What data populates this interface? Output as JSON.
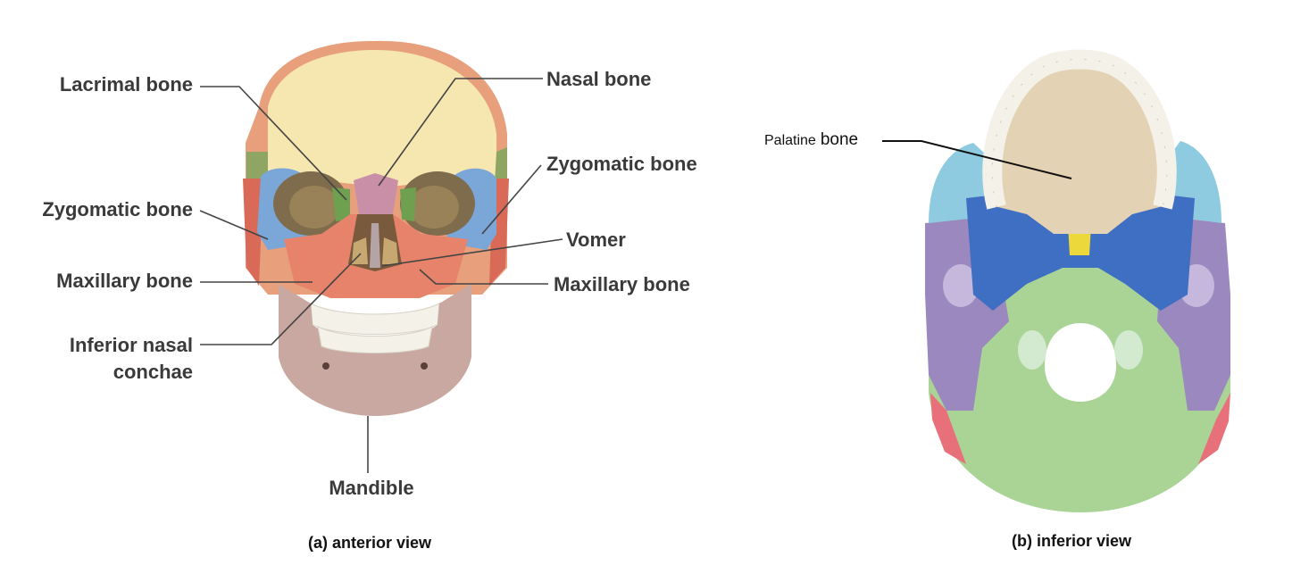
{
  "anterior": {
    "labels": {
      "lacrimal": "Lacrimal bone",
      "nasal": "Nasal bone",
      "zygomatic_left": "Zygomatic bone",
      "zygomatic_right": "Zygomatic bone",
      "vomer": "Vomer",
      "maxillary_left": "Maxillary bone",
      "maxillary_right": "Maxillary bone",
      "inferior_nasal_line1": "Inferior nasal",
      "inferior_nasal_line2": "conchae",
      "mandible": "Mandible"
    },
    "caption": "(a) anterior view"
  },
  "inferior": {
    "labels": {
      "palatine_part1": "Palatine",
      "palatine_part2": "bone"
    },
    "caption": "(b) inferior view"
  },
  "colors": {
    "frontal": "#f6e6b0",
    "parietal_rim": "#e8a07c",
    "zygomatic": "#7aa6d8",
    "maxilla": "#e6836a",
    "mandible": "#c8a8a0",
    "nasal": "#c98fa6",
    "lacrimal_green": "#6fa050",
    "teeth": "#f4f1e8",
    "palatine_beige": "#e4d2b4",
    "sphenoid_blue": "#3f6fc2",
    "temporal_purple": "#9a88bf",
    "occipital_green": "#a9d496",
    "zygomatic_lightblue": "#8fcbe0",
    "vomer_yellow": "#ecd83a",
    "parietal_red": "#e7707a"
  }
}
